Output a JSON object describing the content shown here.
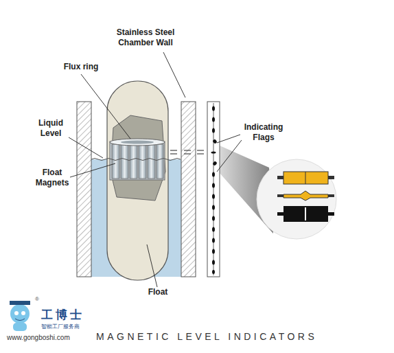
{
  "diagram": {
    "caption": "MAGNETIC LEVEL INDICATORS",
    "labels": [
      "Stainless Steel Chamber Wall",
      "Flux ring",
      "Liquid Level",
      "Float Magnets",
      "Indicating Flags",
      "Float",
      "®",
      "工博士",
      "智能工厂服务商",
      "www.gongboshi.com"
    ]
  }
}
